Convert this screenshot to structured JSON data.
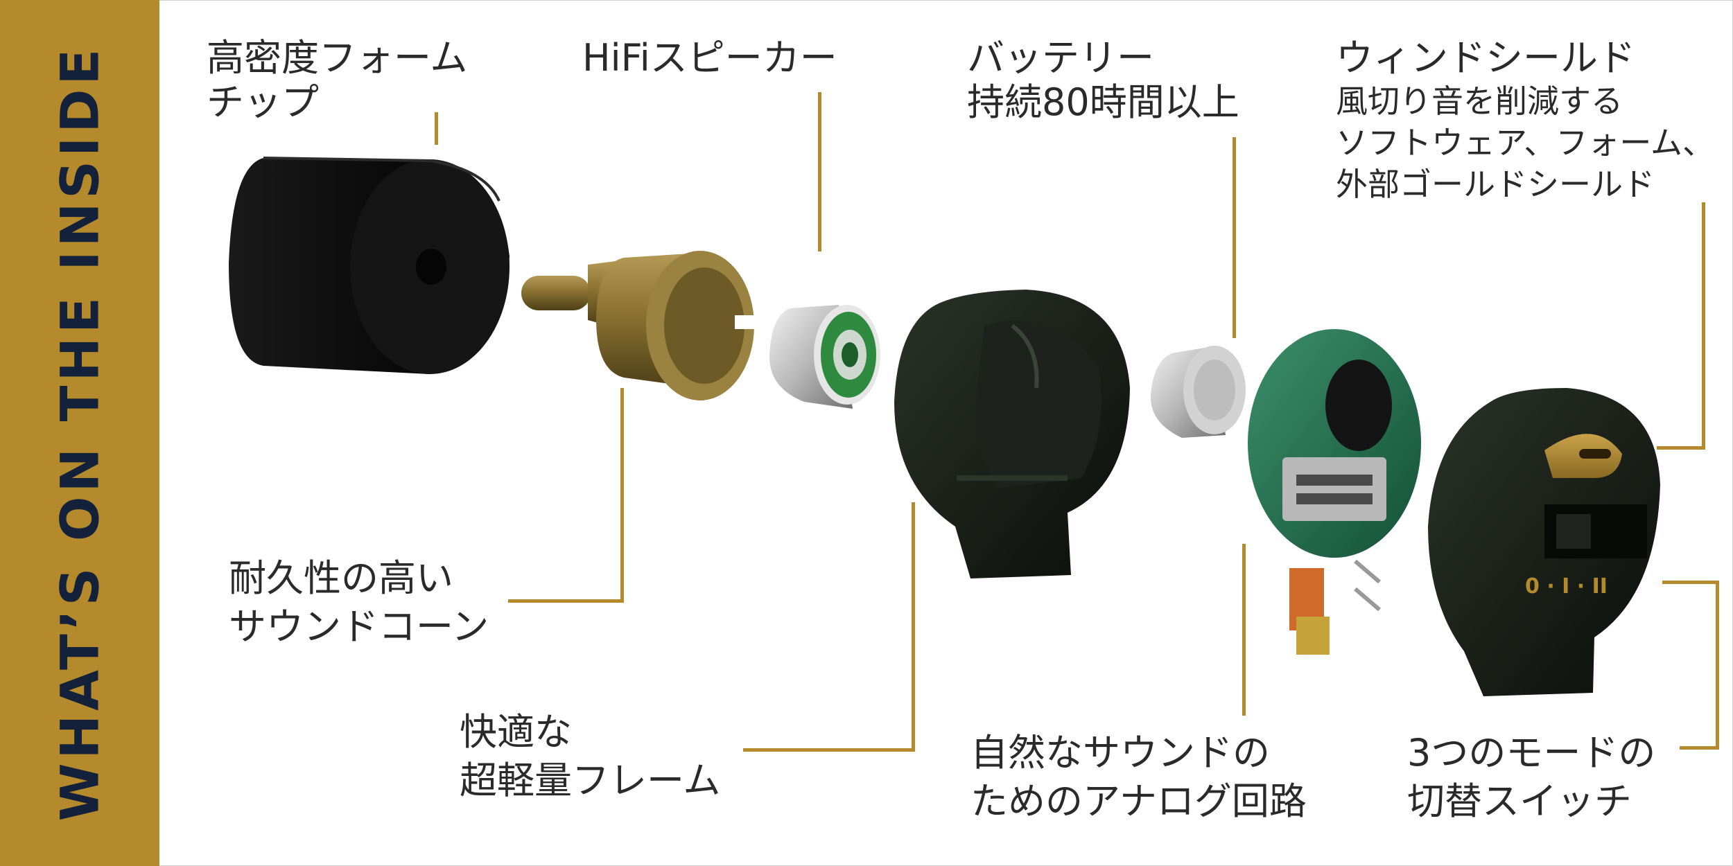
{
  "sidebar": {
    "title": "WHAT’S ON THE INSIDE"
  },
  "labels": {
    "foam_tip": [
      "高密度フォーム",
      "チップ"
    ],
    "speaker": [
      "HiFiスピーカー"
    ],
    "battery": [
      "バッテリー",
      "持続80時間以上"
    ],
    "windshield_title": "ウィンドシールド",
    "windshield_desc": [
      "風切り音を削減する",
      "ソフトウェア、フォーム、",
      "外部ゴールドシールド"
    ],
    "sound_cone": [
      "耐久性の高い",
      "サウンドコーン"
    ],
    "frame": [
      "快適な",
      "超軽量フレーム"
    ],
    "circuit": [
      "自然なサウンドの",
      "ためのアナログ回路"
    ],
    "switch": [
      "3つのモードの",
      "切替スイッチ"
    ]
  },
  "switch_marks": "0 · I · II",
  "colors": {
    "gold": "#b48a2c",
    "navy": "#13223a",
    "dark_component": "#161b16",
    "brass": "#8c7434",
    "pcb_green": "#1f6b4a",
    "text": "#2a2a2a"
  }
}
